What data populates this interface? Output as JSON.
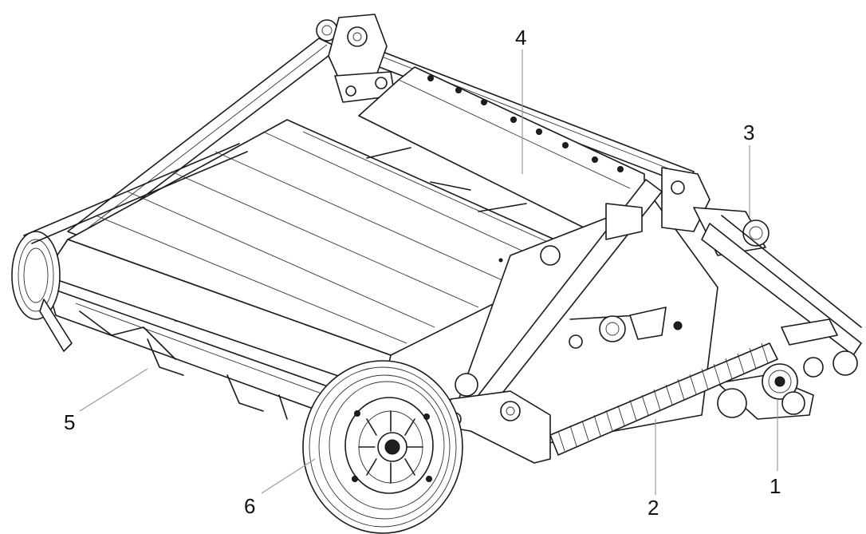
{
  "figure": {
    "callouts": [
      {
        "id": "c1",
        "text": "1"
      },
      {
        "id": "c2",
        "text": "2"
      },
      {
        "id": "c3",
        "text": "3"
      },
      {
        "id": "c4",
        "text": "4"
      },
      {
        "id": "c5",
        "text": "5"
      },
      {
        "id": "c6",
        "text": "6"
      }
    ]
  }
}
